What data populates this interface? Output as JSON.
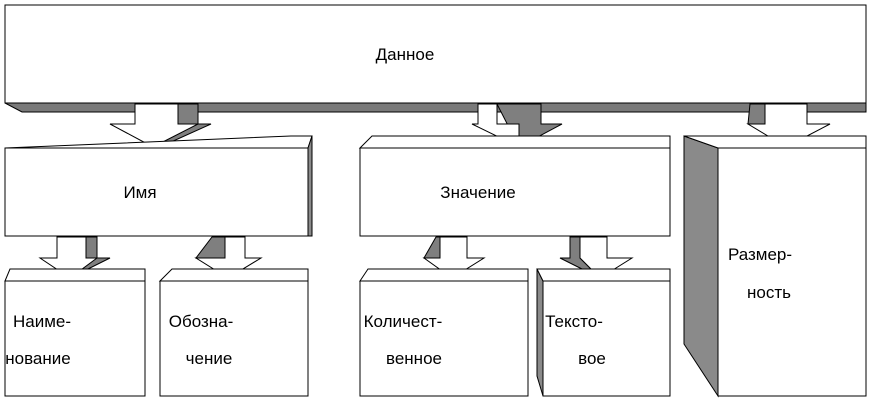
{
  "boxes": {
    "data": "Данное",
    "name": "Имя",
    "value": "Значение",
    "name_title_l1": "Наиме-",
    "name_title_l2": "нование",
    "designation_l1": "Обозна-",
    "designation_l2": "чение",
    "quantitative_l1": "Количест-",
    "quantitative_l2": "венное",
    "textual_l1": "Тексто-",
    "textual_l2": "вое",
    "dimension_l1": "Размер-",
    "dimension_l2": "ность"
  }
}
